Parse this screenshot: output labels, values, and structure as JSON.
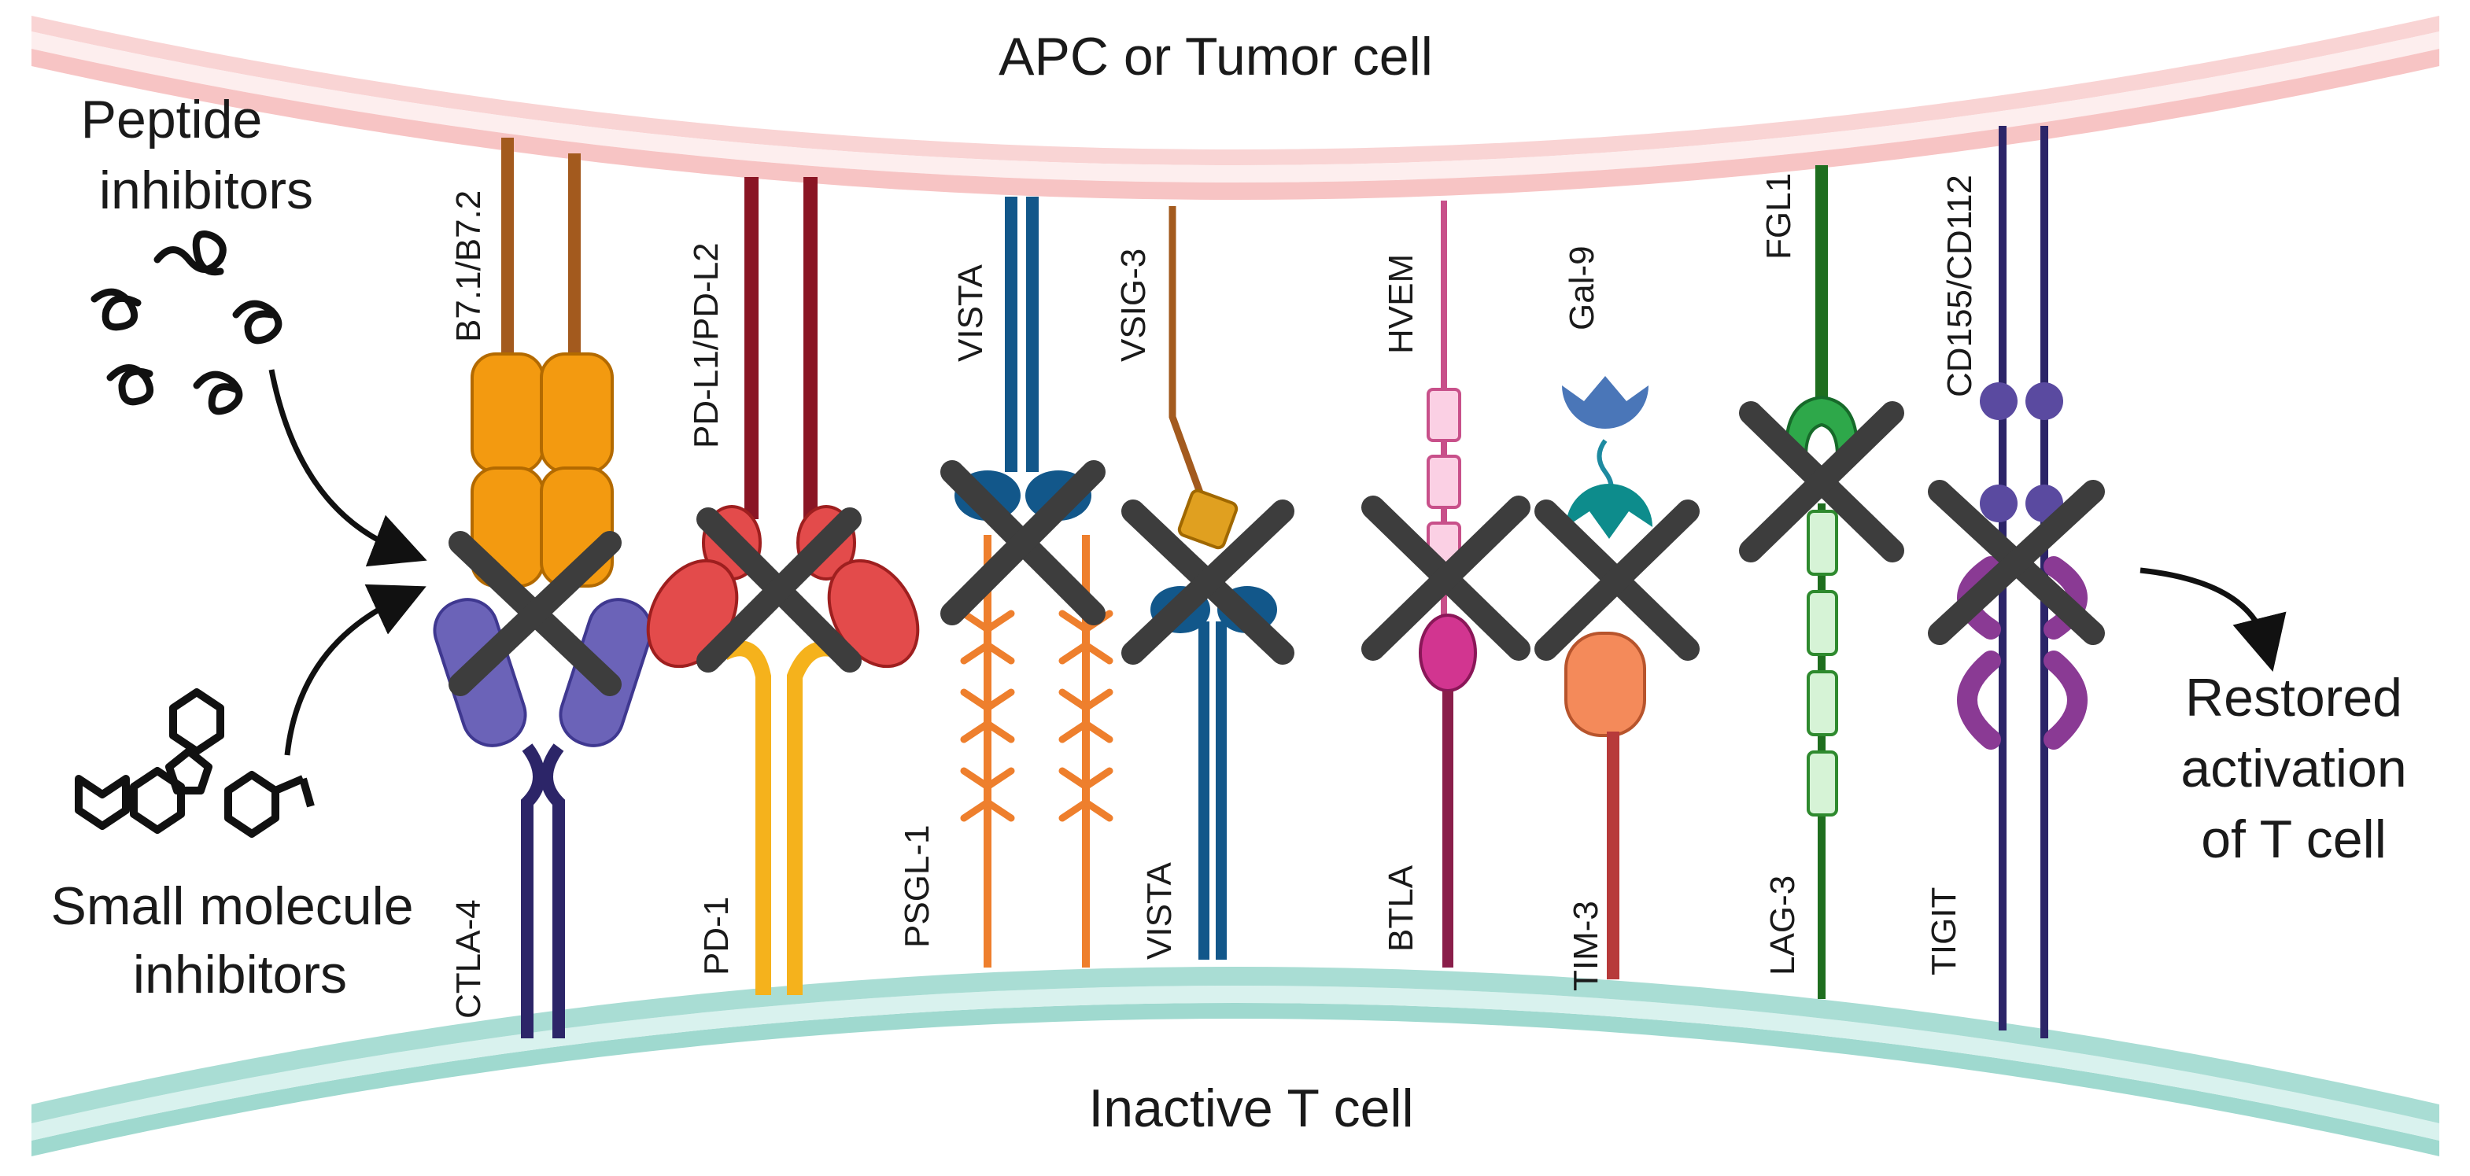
{
  "membranes": {
    "top_label": "APC or Tumor cell",
    "bottom_label": "Inactive T cell"
  },
  "left_panel": {
    "peptide": [
      "Peptide",
      "inhibitors"
    ],
    "small_molecule": [
      "Small molecule",
      "inhibitors"
    ]
  },
  "right_panel": {
    "result": [
      "Restored",
      "activation",
      "of T cell"
    ]
  },
  "pairs": [
    {
      "ligand": "B7.1/B7.2",
      "receptor": "CTLA-4"
    },
    {
      "ligand": "PD-L1/PD-L2",
      "receptor": "PD-1"
    },
    {
      "ligand": "VISTA",
      "receptor": "PSGL-1"
    },
    {
      "ligand": "VSIG-3",
      "receptor": "VISTA"
    },
    {
      "ligand": "HVEM",
      "receptor": "BTLA"
    },
    {
      "ligand": "Gal-9",
      "receptor": "TIM-3"
    },
    {
      "ligand": "FGL1",
      "receptor": "LAG-3"
    },
    {
      "ligand": "CD155/CD112",
      "receptor": "TIGIT"
    }
  ],
  "colors": {
    "apc_membrane": "#f7c9c9",
    "tcell_membrane": "#a9ddd4",
    "block_x": "#3d3d3d"
  }
}
